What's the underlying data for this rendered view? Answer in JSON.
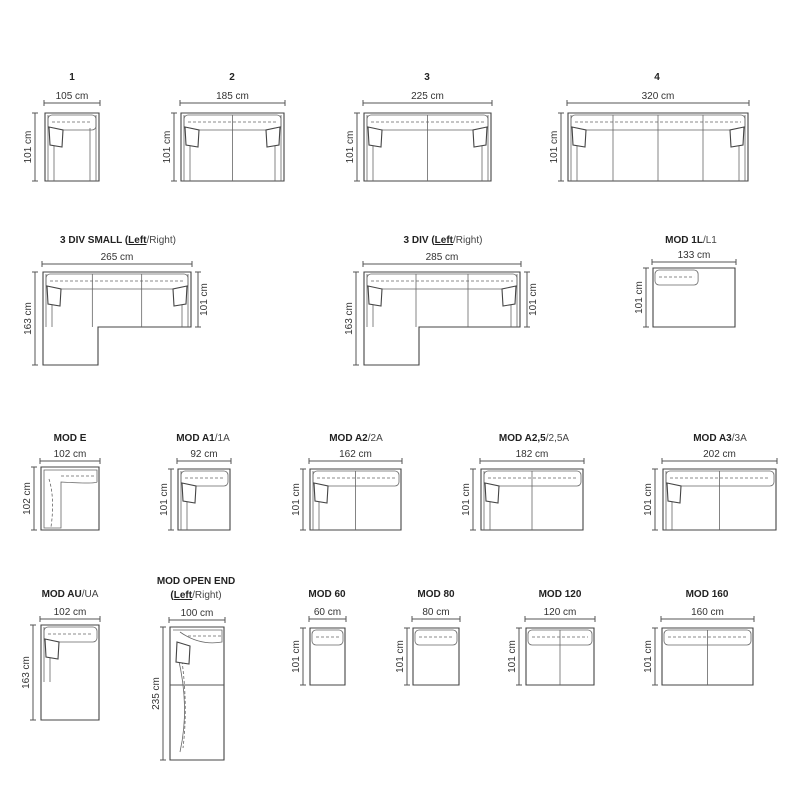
{
  "items": [
    {
      "id": "1",
      "title": [
        {
          "t": "1",
          "s": "b"
        }
      ],
      "width": "105 cm",
      "height": "101 cm"
    },
    {
      "id": "2",
      "title": [
        {
          "t": "2",
          "s": "b"
        }
      ],
      "width": "185 cm",
      "height": "101 cm"
    },
    {
      "id": "3",
      "title": [
        {
          "t": "3",
          "s": "b"
        }
      ],
      "width": "225 cm",
      "height": "101 cm"
    },
    {
      "id": "4",
      "title": [
        {
          "t": "4",
          "s": "b"
        }
      ],
      "width": "320 cm",
      "height": "101 cm"
    },
    {
      "id": "3-div-small",
      "title": [
        {
          "t": "3 DIV SMALL (",
          "s": "b"
        },
        {
          "t": "Left",
          "s": "u"
        },
        {
          "t": "/Right)",
          "s": "l"
        }
      ],
      "width": "265 cm",
      "height": "163 cm",
      "height2": "101 cm"
    },
    {
      "id": "3-div",
      "title": [
        {
          "t": "3 DIV (",
          "s": "b"
        },
        {
          "t": "Left",
          "s": "u"
        },
        {
          "t": "/Right)",
          "s": "l"
        }
      ],
      "width": "285 cm",
      "height": "163 cm",
      "height2": "101 cm"
    },
    {
      "id": "mod-1l",
      "title": [
        {
          "t": "MOD 1L",
          "s": "b"
        },
        {
          "t": "/L1",
          "s": "l"
        }
      ],
      "width": "133 cm",
      "height": "101 cm"
    },
    {
      "id": "mod-e",
      "title": [
        {
          "t": "MOD E",
          "s": "b"
        }
      ],
      "width": "102 cm",
      "height": "102 cm"
    },
    {
      "id": "mod-a1",
      "title": [
        {
          "t": "MOD A1",
          "s": "b"
        },
        {
          "t": "/1A",
          "s": "l"
        }
      ],
      "width": "92 cm",
      "height": "101 cm"
    },
    {
      "id": "mod-a2",
      "title": [
        {
          "t": "MOD A2",
          "s": "b"
        },
        {
          "t": "/2A",
          "s": "l"
        }
      ],
      "width": "162 cm",
      "height": "101 cm"
    },
    {
      "id": "mod-a25",
      "title": [
        {
          "t": "MOD A2,5",
          "s": "b"
        },
        {
          "t": "/2,5A",
          "s": "l"
        }
      ],
      "width": "182 cm",
      "height": "101 cm"
    },
    {
      "id": "mod-a3",
      "title": [
        {
          "t": "MOD A3",
          "s": "b"
        },
        {
          "t": "/3A",
          "s": "l"
        }
      ],
      "width": "202 cm",
      "height": "101 cm"
    },
    {
      "id": "mod-au",
      "title": [
        {
          "t": "MOD AU",
          "s": "b"
        },
        {
          "t": "/UA",
          "s": "l"
        }
      ],
      "width": "102 cm",
      "height": "163 cm"
    },
    {
      "id": "mod-open-end",
      "title": [
        {
          "t": "MOD OPEN END",
          "s": "b"
        }
      ],
      "title2": [
        {
          "t": "(",
          "s": "b"
        },
        {
          "t": "Left",
          "s": "u"
        },
        {
          "t": "/Right)",
          "s": "l"
        }
      ],
      "width": "100 cm",
      "height": "235 cm"
    },
    {
      "id": "mod-60",
      "title": [
        {
          "t": "MOD 60",
          "s": "b"
        }
      ],
      "width": "60 cm",
      "height": "101 cm"
    },
    {
      "id": "mod-80",
      "title": [
        {
          "t": "MOD 80",
          "s": "b"
        }
      ],
      "width": "80 cm",
      "height": "101 cm"
    },
    {
      "id": "mod-120",
      "title": [
        {
          "t": "MOD 120",
          "s": "b"
        }
      ],
      "width": "120 cm",
      "height": "101 cm"
    },
    {
      "id": "mod-160",
      "title": [
        {
          "t": "MOD 160",
          "s": "b"
        }
      ],
      "width": "160 cm",
      "height": "101 cm"
    }
  ]
}
